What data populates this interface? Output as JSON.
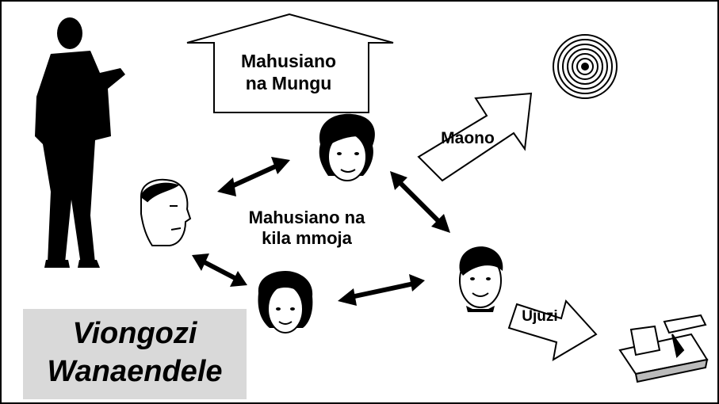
{
  "labels": {
    "relationship_god": "Mahusiano\nna Mungu",
    "vision": "Maono",
    "skills": "Ujuzi",
    "relationship_each": "Mahusiano na\nkila mmoja"
  },
  "title": {
    "line1": "Viongozi",
    "line2": "Wanaendele"
  },
  "icons": [
    "standing-man-icon",
    "house-arrow-icon",
    "target-icon",
    "toolbox-icon",
    "woman-face-icon",
    "man-face-icon",
    "bob-hair-woman-icon",
    "smiling-man-icon",
    "double-arrow-icon"
  ],
  "colors": {
    "title_background": "#d9d9d9",
    "stroke": "#000000"
  }
}
